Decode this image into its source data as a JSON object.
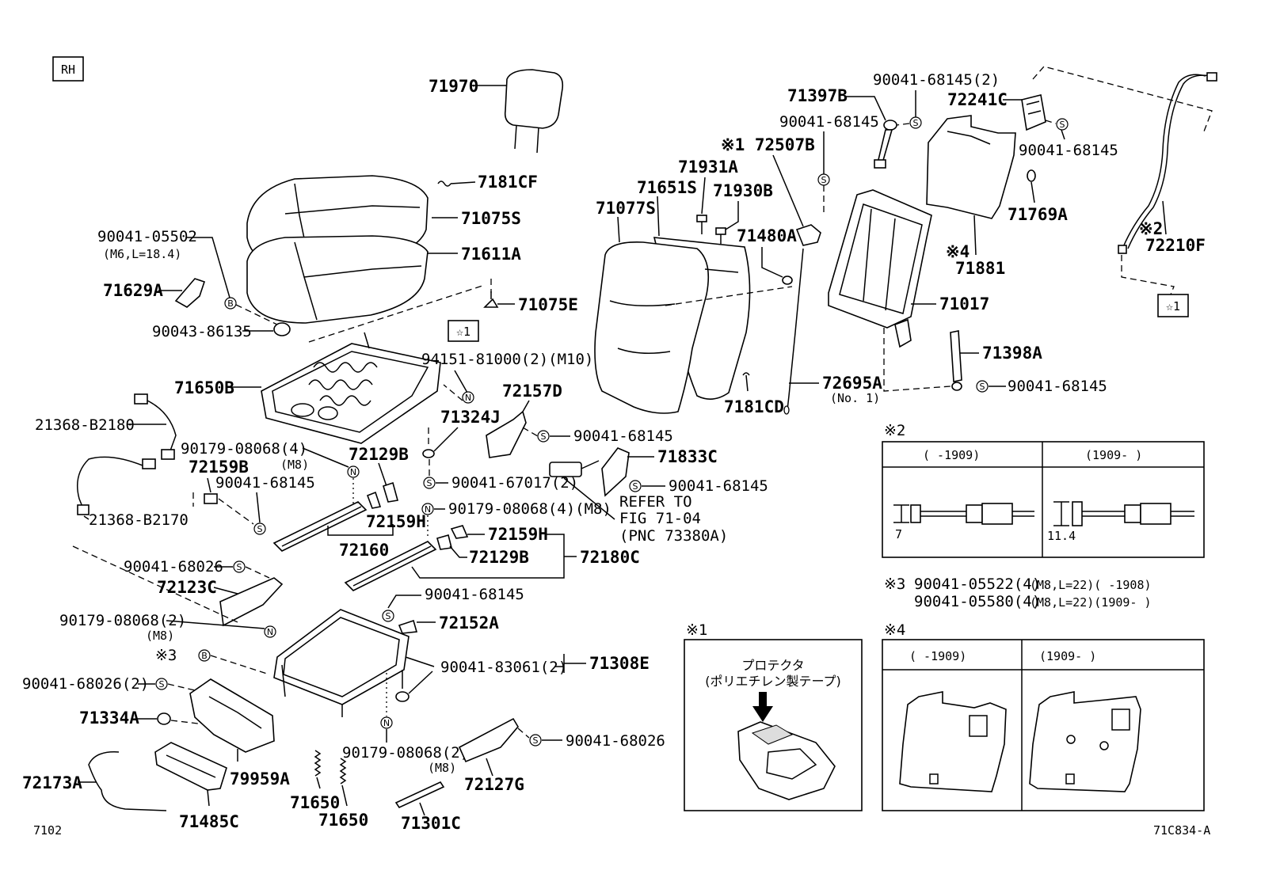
{
  "header": {
    "side": "RH"
  },
  "footer": {
    "left_code": "7102",
    "right_code": "71C834-A"
  },
  "symbols": {
    "S": "S",
    "N": "N",
    "B": "B",
    "star1": "☆1"
  },
  "labels": {
    "p71970": "71970",
    "p7181CF": "7181CF",
    "p71075S": "71075S",
    "p71611A": "71611A",
    "p90041_05502": "90041-05502",
    "p90041_05502_note": "(M6,L=18.4)",
    "p71629A": "71629A",
    "p71075E": "71075E",
    "p90043_86135": "90043-86135",
    "p71650B": "71650B",
    "p94151_81000": "94151-81000(2)(M10)",
    "p72157D": "72157D",
    "p21368_B2180": "21368-B2180",
    "p71324J": "71324J",
    "p90179_08068_4": "90179-08068(4)",
    "p90179_08068_4_note": "(M8)",
    "p72129B_a": "72129B",
    "p90041_68145_a": "90041-68145",
    "p72159B": "72159B",
    "p90041_68145_b": "90041-68145",
    "p71833C": "71833C",
    "p90041_67017": "90041-67017(2)",
    "p90041_68145_c": "90041-68145",
    "p21368_B2170": "21368-B2170",
    "p72159H_a": "72159H",
    "p90179_08068_4m8": "90179-08068(4)(M8)",
    "refer1": "REFER TO",
    "refer2": "FIG 71-04",
    "refer3": "(PNC 73380A)",
    "p72159H_b": "72159H",
    "p72160": "72160",
    "p72129B_b": "72129B",
    "p72180C": "72180C",
    "p90041_68026_a": "90041-68026",
    "p72123C": "72123C",
    "p90041_68145_d": "90041-68145",
    "p90179_08068_2": "90179-08068(2)",
    "p90179_08068_2_note": "(M8)",
    "p72152A": "72152A",
    "p_ref3": "※3",
    "p90041_83061": "90041-83061(2)",
    "p71308E": "71308E",
    "p90041_68026_2": "90041-68026(2)",
    "p71334A": "71334A",
    "p90179_08068_2b": "90179-08068(2)",
    "p90179_08068_2b_note": "(M8)",
    "p90041_68026_b": "90041-68026",
    "p72173A": "72173A",
    "p79959A": "79959A",
    "p71650_a": "71650",
    "p71650_b": "71650",
    "p72127G": "72127G",
    "p71485C": "71485C",
    "p71301C": "71301C",
    "p71397B": "71397B",
    "p90041_68145_2": "90041-68145(2)",
    "p72241C": "72241C",
    "p90041_68145_e": "90041-68145",
    "p90041_68145_f": "90041-68145",
    "p72507B": "※1 72507B",
    "p71931A": "71931A",
    "p71651S": "71651S",
    "p71930B": "71930B",
    "p71077S": "71077S",
    "p71480A": "71480A",
    "p71769A": "71769A",
    "p_ref4": "※4",
    "p71881": "71881",
    "p_ref2": "※2",
    "p72210F": "72210F",
    "p71017": "71017",
    "p71398A": "71398A",
    "p72695A": "72695A",
    "p72695A_note": "(No. 1)",
    "p90041_68145_g": "90041-68145",
    "p7181CD": "7181CD"
  },
  "inset2": {
    "title": "※2",
    "col1": "(      -1909)",
    "col2": "(1909-      )",
    "dim1": "7",
    "dim2": "11.4"
  },
  "note3": {
    "mark": "※3",
    "line1_part": "90041-05522(4)",
    "line1_spec": "(M8,L=22)(      -1908)",
    "line2_part": "90041-05580(4)",
    "line2_spec": "(M8,L=22)(1909-      )"
  },
  "inset1": {
    "title": "※1",
    "jp1": "プロテクタ",
    "jp2": "(ポリエチレン製テープ)"
  },
  "inset4": {
    "title": "※4",
    "col1": "(      -1909)",
    "col2": "(1909-      )"
  }
}
